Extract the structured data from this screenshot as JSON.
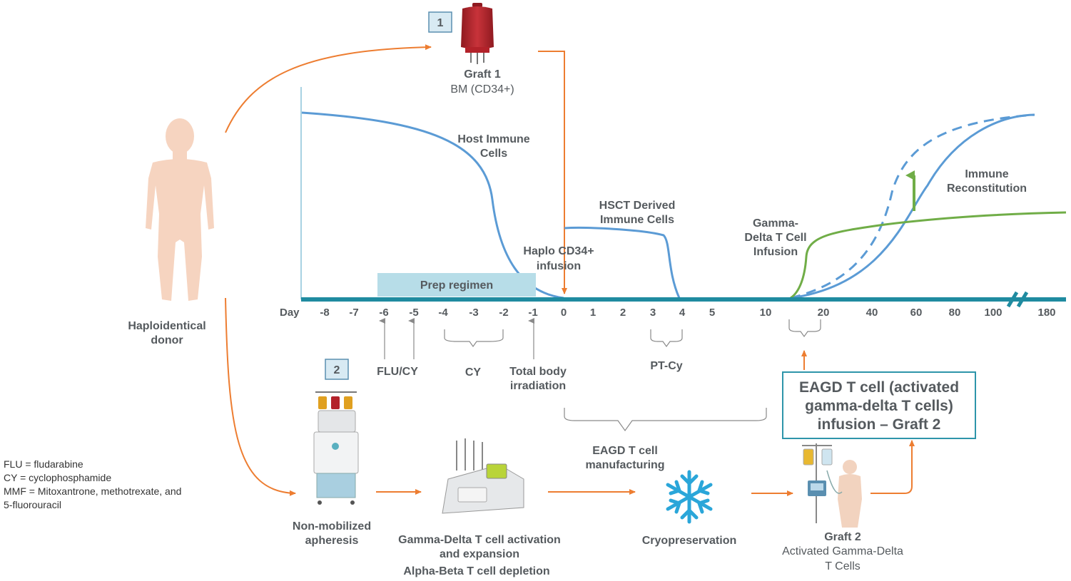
{
  "donor": {
    "label_line1": "Haploidentical",
    "label_line2": "donor"
  },
  "graft1": {
    "badge": "1",
    "title": "Graft 1",
    "subtitle": "BM (CD34+)"
  },
  "graft2": {
    "title": "Graft 2",
    "subtitle_line1": "Activated Gamma-Delta",
    "subtitle_line2": "T Cells"
  },
  "step2_badge": "2",
  "curves": {
    "host_line1": "Host Immune",
    "host_line2": "Cells",
    "hsct_line1": "HSCT Derived",
    "hsct_line2": "Immune Cells",
    "gd_line1": "Gamma-",
    "gd_line2": "Delta T Cell",
    "gd_line3": "Infusion",
    "immune_line1": "Immune",
    "immune_line2": "Reconstitution"
  },
  "haplo": {
    "line1": "Haplo CD34+",
    "line2": "infusion"
  },
  "prep_regimen": "Prep regimen",
  "axis": {
    "day_label": "Day",
    "ticks": [
      "-8",
      "-7",
      "-6",
      "-5",
      "-4",
      "-3",
      "-2",
      "-1",
      "0",
      "1",
      "2",
      "3",
      "4",
      "5",
      "10",
      "20",
      "40",
      "60",
      "80",
      "100",
      "180"
    ]
  },
  "annotations": {
    "flu_cy": "FLU/CY",
    "cy": "CY",
    "tbi_line1": "Total body",
    "tbi_line2": "irradiation",
    "ptcy": "PT-Cy",
    "manuf_line1": "EAGD T cell",
    "manuf_line2": "manufacturing"
  },
  "eagd_box": {
    "line1": "EAGD T cell (activated",
    "line2": "gamma-delta T cells)",
    "line3": "infusion – Graft 2"
  },
  "process": {
    "apheresis_line1": "Non-mobilized",
    "apheresis_line2": "apheresis",
    "activation_line1": "Gamma-Delta T cell activation",
    "activation_line2": "and expansion",
    "depletion": "Alpha-Beta T cell depletion",
    "cryo": "Cryopreservation"
  },
  "legend": [
    "FLU = fludarabine",
    "CY = cyclophosphamide",
    "MMF = Mitoxantrone, methotrexate, and",
    "5-fluorouracil"
  ],
  "colors": {
    "axis": "#1f8ba0",
    "blue_curve": "#5b9bd5",
    "green_curve": "#70ad47",
    "orange": "#ed7d31",
    "prep_fill": "#b7dde8",
    "text": "#555a5e",
    "skin": "#f6d4c0",
    "blood": "#b3222a",
    "box_border": "#2e95aa"
  }
}
